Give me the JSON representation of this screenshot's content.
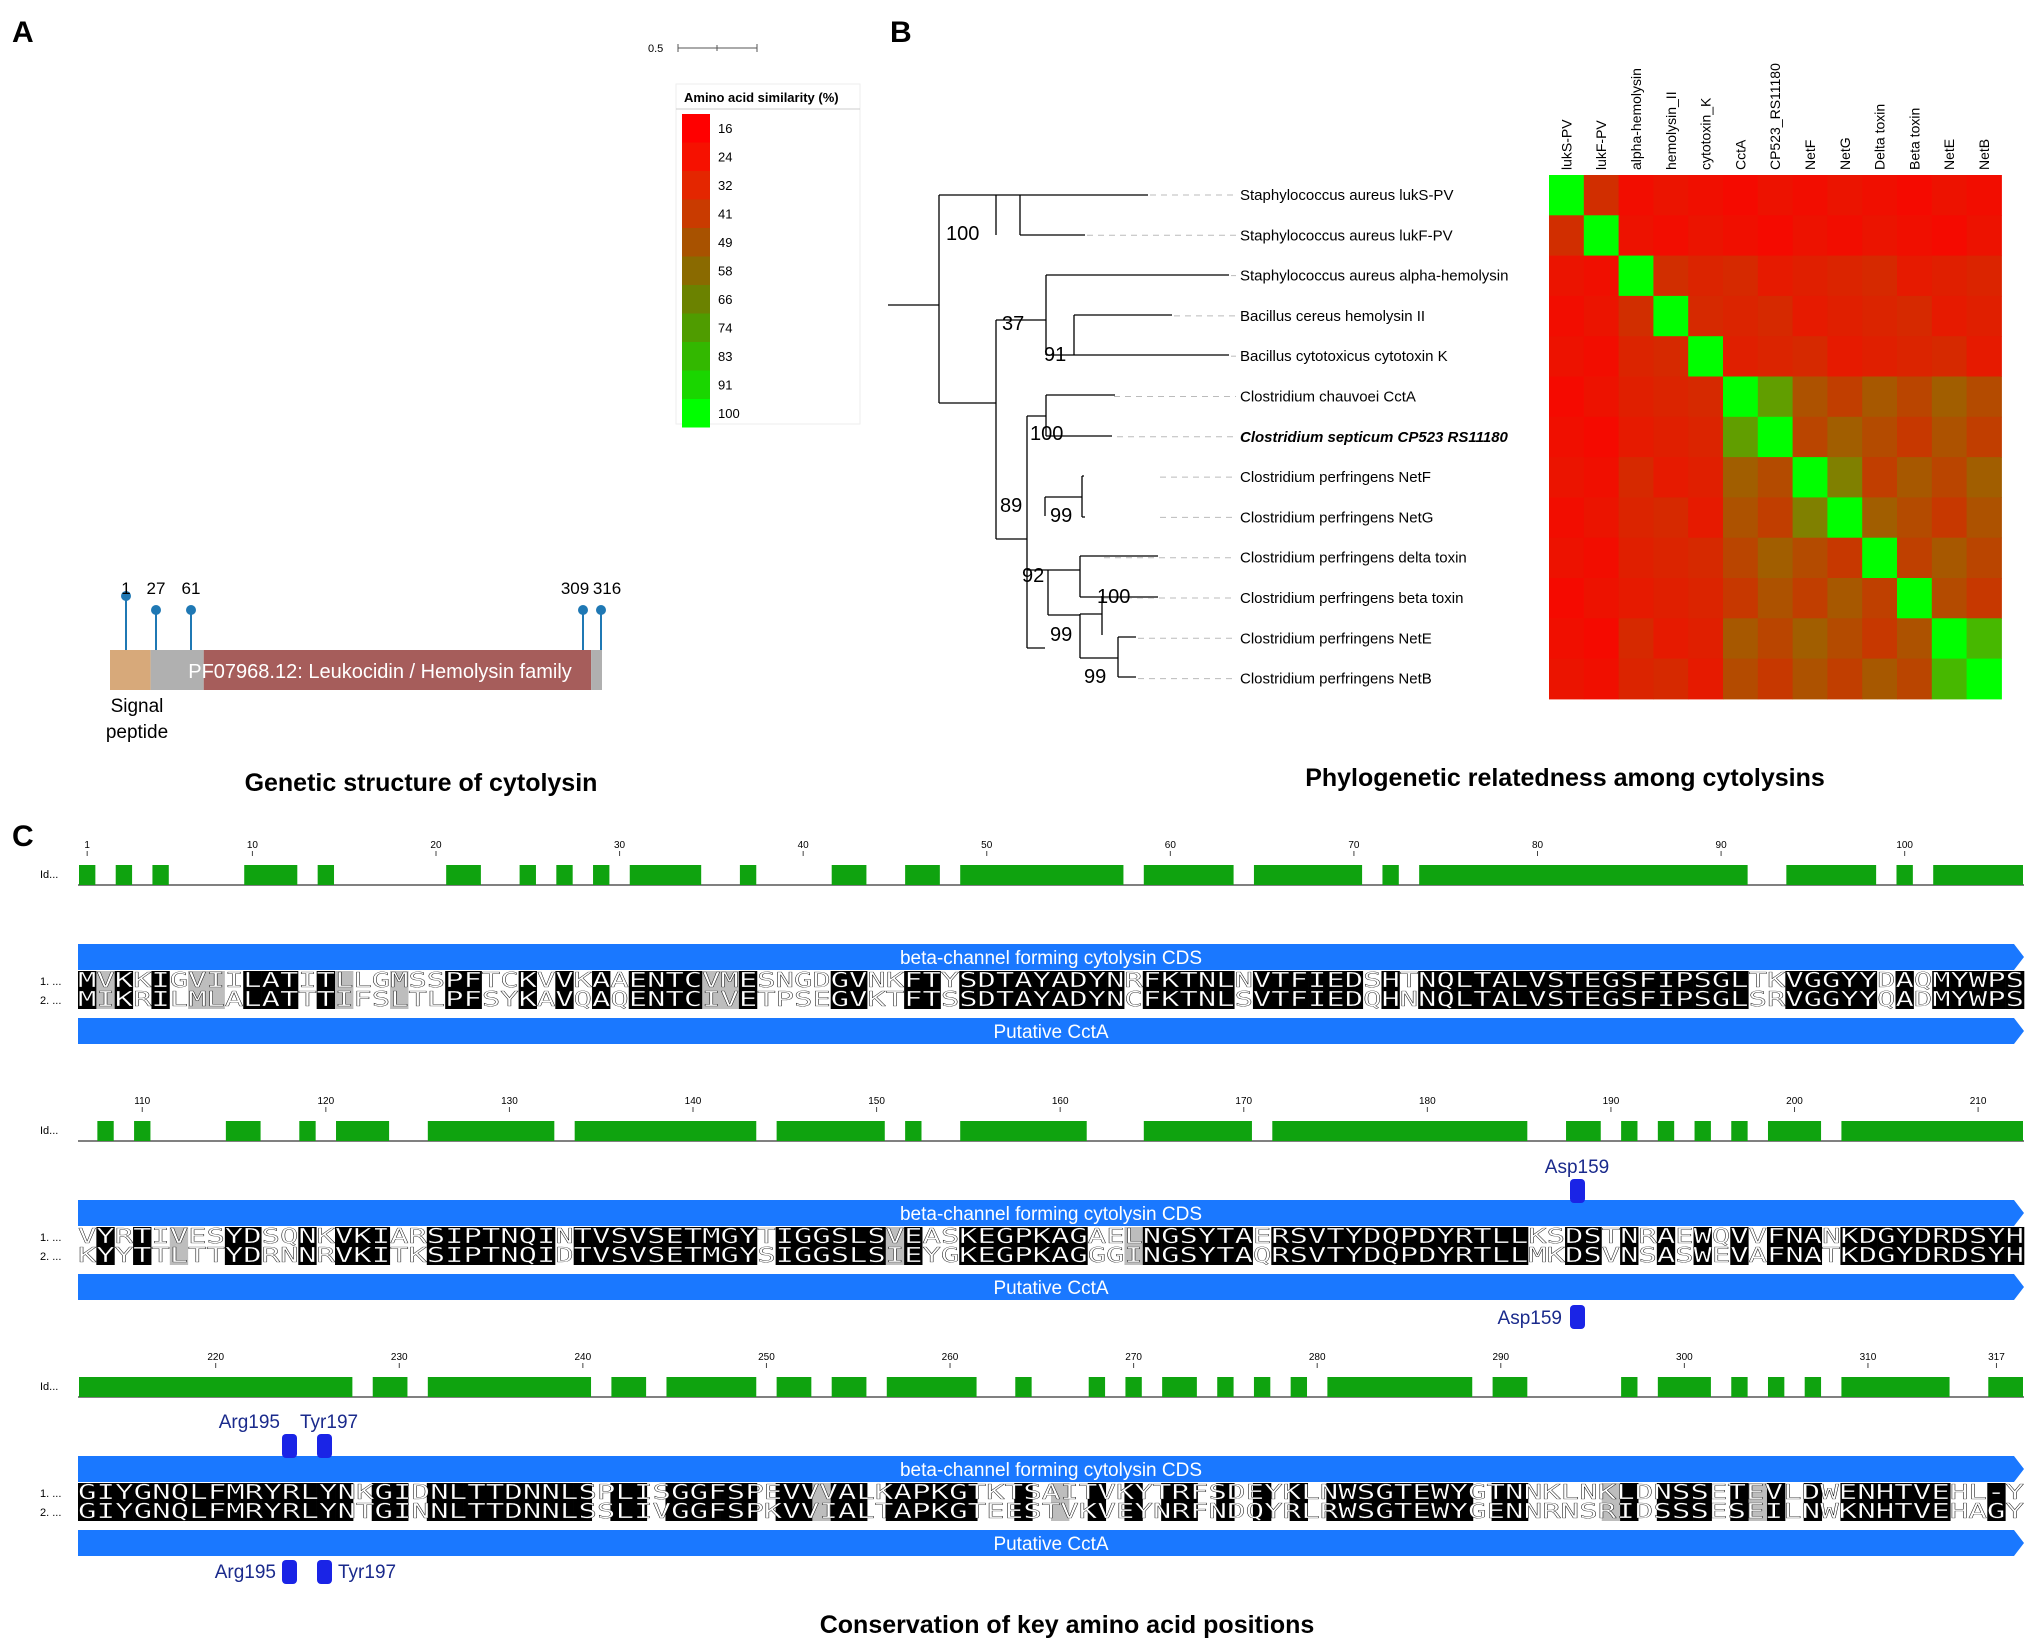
{
  "panels": {
    "a_label": "A",
    "b_label": "B",
    "c_label": "C",
    "a_caption": "Genetic structure of cytolysin",
    "b_caption": "Phylogenetic relatedness among cytolysins",
    "c_caption": "Conservation of key amino acid positions"
  },
  "gene_structure": {
    "positions": [
      "1",
      "27",
      "61",
      "309",
      "316"
    ],
    "position_values": [
      1,
      27,
      61,
      309,
      316
    ],
    "domain_label": "PF07968.12: Leukocidin / Hemolysin family",
    "signal_label_1": "Signal",
    "signal_label_2": "peptide",
    "colors": {
      "signal": "#d7a97a",
      "domain": "#a65d5b",
      "gap": "#b0b0b0",
      "lollipop": "#1f78b4"
    }
  },
  "scale": {
    "label": "0.5"
  },
  "legend": {
    "title": "Amino acid similarity (%)",
    "values": [
      "16",
      "24",
      "32",
      "41",
      "49",
      "58",
      "66",
      "74",
      "83",
      "91",
      "100"
    ],
    "colors": [
      "#ff0000",
      "#f61100",
      "#e42600",
      "#c93b00",
      "#a85200",
      "#8a6a00",
      "#6b8200",
      "#4f9c00",
      "#33b800",
      "#1ad600",
      "#00ff00"
    ]
  },
  "tree": {
    "taxa": [
      "Staphylococcus aureus lukS-PV",
      "Staphylococcus aureus lukF-PV",
      "Staphylococcus aureus alpha-hemolysin",
      "Bacillus cereus hemolysin II",
      "Bacillus cytotoxicus cytotoxin K",
      "Clostridium chauvoei CctA",
      "Clostridium septicum CP523 RS11180",
      "Clostridium perfringens NetF",
      "Clostridium perfringens NetG",
      "Clostridium perfringens delta toxin",
      "Clostridium perfringens beta toxin",
      "Clostridium perfringens NetE",
      "Clostridium perfringens NetB"
    ],
    "bootstrap": [
      "100",
      "37",
      "91",
      "100",
      "89",
      "99",
      "92",
      "100",
      "99",
      "99"
    ]
  },
  "heatmap": {
    "columns": [
      "lukS-PV",
      "lukF-PV",
      "alpha-hemolysin",
      "hemolysin_II",
      "cytotoxin_K",
      "CctA",
      "CP523_RS11180",
      "NetF",
      "NetG",
      "Delta toxin",
      "Beta toxin",
      "NetE",
      "NetB"
    ]
  },
  "alignment": {
    "id_label": "Id...",
    "row1_label": "1. ...",
    "row2_label": "2. ...",
    "cds_label": "beta-channel forming cytolysin CDS",
    "cctA_label": "Putative CctA",
    "blocks": [
      {
        "ticks": [
          "1",
          "10",
          "20",
          "30",
          "40",
          "50",
          "60",
          "70",
          "80",
          "90",
          "100"
        ],
        "seq1": "MVKKIGVIILATITLLGMSSPFTCKVVKAAENTCVMESNGDGVNKFTYSDTAYADYNRFKTNLNVTFIEDSHTNQLTALVSTEGSFIPSGLTKVGGYYDAQMYWPS",
        "seq2": "MIKRILMLALATTTIFSLTLPFSYKAVQAQENTCIVETPSEGVKTFTSSDTAYADYNCFKTNLSVTFIEDQHNNQLTALVSTEGSFIPSGLSRVGGYYQADMYWPS"
      },
      {
        "ticks": [
          "110",
          "120",
          "130",
          "140",
          "150",
          "160",
          "170",
          "180",
          "190",
          "200",
          "210"
        ],
        "seq1": "VYRTIVESYDSQNKVKIARSIPTNQINTVSVSETMGYTIGGSLSVEASKEGPKAGAELNGSYTAERSVTYDQPDYRTLLKSDSTNRAEWQVVFNANKDGYDRDSYH",
        "seq2": "KYYTTLTTYDRNNRVKITKSIPTNQIDTVSVSETMGYSIGGSLSIEYGKEGPKAGGGINGSYTAQRSVTYDQPDYRTLLMKDSVNSASWEVAFNATKDGYDRDSYH",
        "annot_top": "Asp159",
        "annot_bottom": "Asp159"
      },
      {
        "ticks": [
          "220",
          "230",
          "240",
          "250",
          "260",
          "270",
          "280",
          "290",
          "300",
          "310",
          "317"
        ],
        "seq1": "GIYGNQLFMRYRLYNKGIDNLTTDNNLSPLISGGFSPEVVVALKAPKGTKTSAITVKYTRFSDEYKLNWSGTEWYGTNNKLNKLDNSSETEVLDWENHTVEHL-Y",
        "seq2": "GIYGNQLFMRYRLYNTGINNLTTDNNLSSLIVGGFSPKVVIALTAPKGTEESTVKVEYNRFNDQYRLRWSGTEWYGENNRNSRIDSSSESEILNWKNHTVEHAGY",
        "annot_top_1": "Arg195",
        "annot_top_2": "Tyr197",
        "annot_bottom_1": "Arg195",
        "annot_bottom_2": "Tyr197"
      }
    ]
  }
}
